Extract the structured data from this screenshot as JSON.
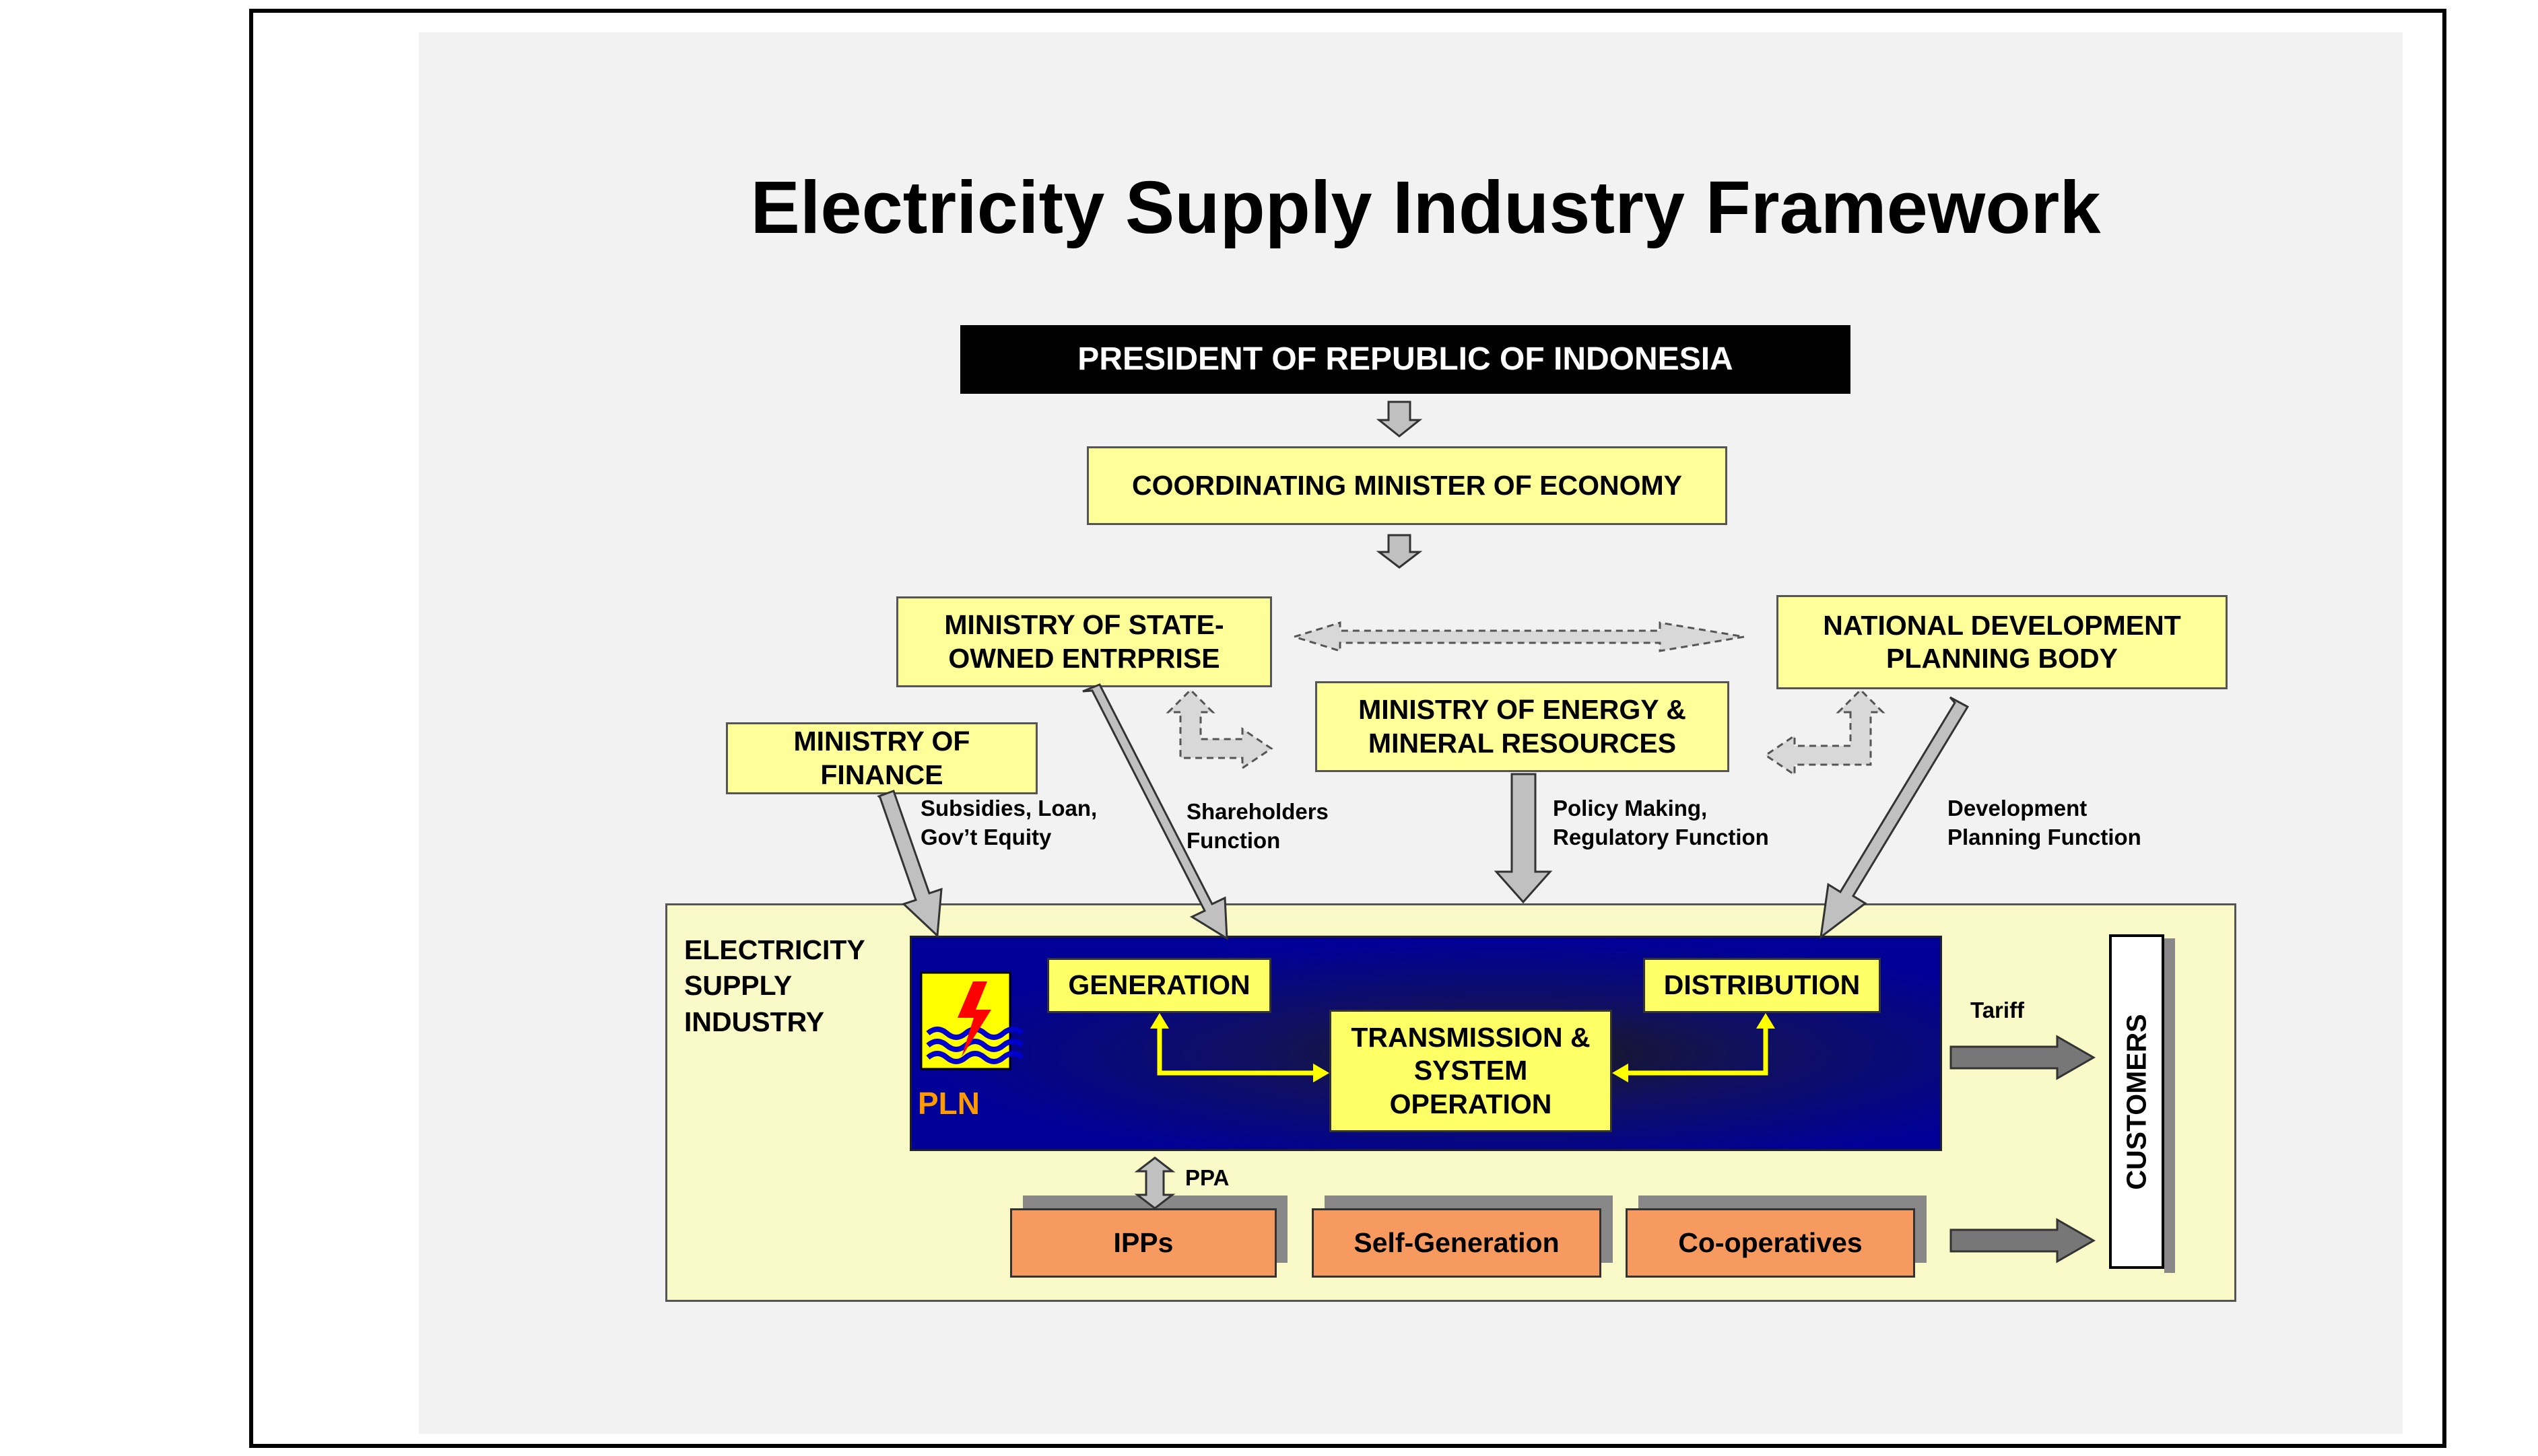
{
  "title": "Electricity Supply Industry Framework",
  "nodes": {
    "president": "PRESIDENT OF REPUBLIC OF INDONESIA",
    "coordinating_minister": "COORDINATING MINISTER OF ECONOMY",
    "state_owned_line1": "MINISTRY OF STATE-",
    "state_owned_line2": "OWNED ENTRPRISE",
    "national_dev_line1": "NATIONAL DEVELOPMENT",
    "national_dev_line2": "PLANNING BODY",
    "finance_line1": "MINISTRY OF",
    "finance_line2": "FINANCE",
    "energy_line1": "MINISTRY OF ENERGY &",
    "energy_line2": "MINERAL RESOURCES"
  },
  "functions": {
    "finance_line1": "Subsidies, Loan,",
    "finance_line2": "Gov’t Equity",
    "shareholders_line1": "Shareholders",
    "shareholders_line2": "Function",
    "policy_line1": "Policy Making,",
    "policy_line2": "Regulatory Function",
    "development_line1": "Development",
    "development_line2": "Planning Function"
  },
  "industry": {
    "label_line1": "ELECTRICITY",
    "label_line2": "SUPPLY",
    "label_line3": "INDUSTRY",
    "pln": "PLN",
    "generation": "GENERATION",
    "distribution": "DISTRIBUTION",
    "transmission_line1": "TRANSMISSION &",
    "transmission_line2": "SYSTEM",
    "transmission_line3": "OPERATION",
    "ppa": "PPA",
    "ipps": "IPPs",
    "self_generation": "Self-Generation",
    "cooperatives": "Co-operatives",
    "tariff": "Tariff",
    "customers": "CUSTOMERS"
  },
  "colors": {
    "yellow_box": "#ffff99",
    "industry_box": "#ffff66",
    "orange_box": "#f79a60",
    "pln_blue": "#000099",
    "arrow_gray": "#c0c0c0"
  }
}
